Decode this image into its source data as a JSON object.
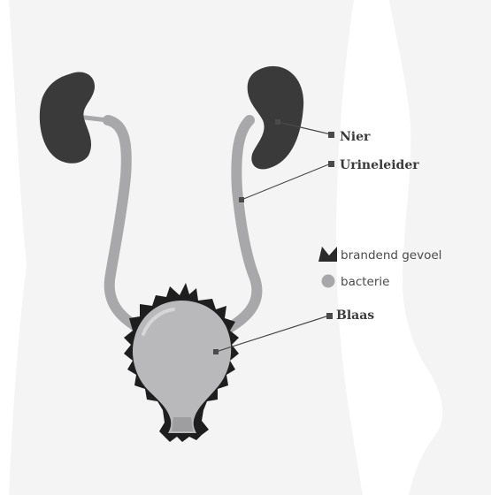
{
  "labels": {
    "kidney": "Nier",
    "ureter": "Urineleider",
    "bladder": "Blaas"
  },
  "legend": [
    {
      "icon": "burning-sensation-icon",
      "text": "brandend gevoel"
    },
    {
      "icon": "bacteria-icon",
      "text": "bacterie"
    }
  ],
  "colors": {
    "body_silhouette": "#f4f4f4",
    "kidney": "#3a3a3a",
    "ureter": "#a8a8aa",
    "bladder": "#b9b9bb",
    "bladder_spikes": "#1e1e1e",
    "leader_line": "#4a4a4a"
  }
}
